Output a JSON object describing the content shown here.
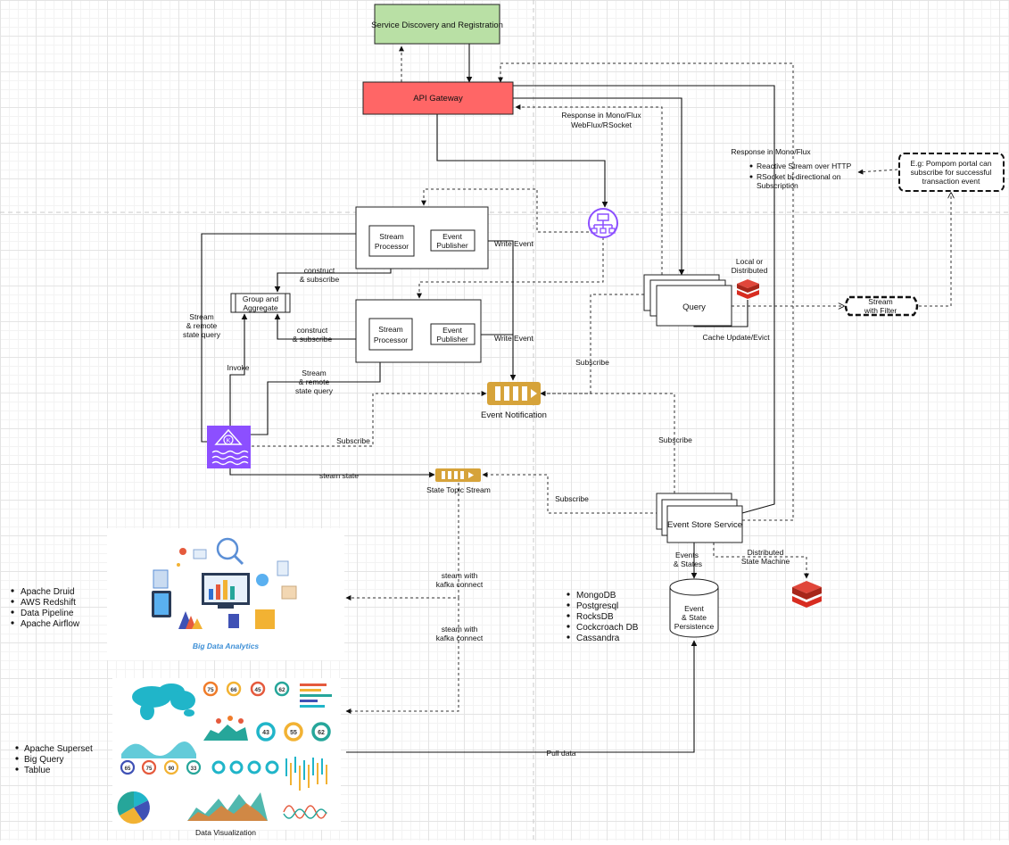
{
  "nodes": {
    "service_discovery": "Service Discovery and Registration",
    "api_gateway": "API Gateway",
    "stream_processor": "Stream Processor",
    "event_publisher": "Event Publisher",
    "group_aggregate": "Group and Aggregate",
    "query": "Query",
    "event_notification": "Event Notification",
    "state_topic_stream": "State Topic Stream",
    "event_store_service": "Event Store Service",
    "event_state_persistence": "Event & State Persistence",
    "stream_with_filter": "Stream with Filter",
    "pompom_note": "E.g: Pompom portal can subscribe for successful transaction event",
    "local_distributed": "Local or Distributed",
    "distributed_state_machine": "Distributed State Machine",
    "data_visualization": "Data Visualization",
    "big_data_analytics": "Big Data Analytics"
  },
  "edges": {
    "response_mono_flux_1": "Response in Mono/Flux",
    "webflux_rsocket": "WebFlux/RSocket",
    "response_mono_flux_2": "Response in Mono/Flux",
    "write_event": "Write Event",
    "construct_subscribe": "construct & subscribe",
    "stream_remote_state_query": "Stream & remote state query",
    "invoke": "Invoke",
    "subscribe": "Subscribe",
    "steam_state": "steam state",
    "cache_update": "Cache Update/Evict",
    "events_states": "Events & States",
    "steam_kafka_connect": "steam with kafka connect",
    "pull_data": "Pull data"
  },
  "lists": {
    "reactive_options": [
      "Reactive Stream over HTTP",
      "RSocket bi-directional on Subscription"
    ],
    "big_data_tools": [
      "Apache Druid",
      "AWS Redshift",
      "Data Pipeline",
      "Apache Airflow"
    ],
    "databases": [
      "MongoDB",
      "Postgresql",
      "RocksDB",
      "Cockcroach DB",
      "Cassandra"
    ],
    "viz_tools": [
      "Apache Superset",
      "Big Query",
      "Tablue"
    ]
  },
  "infographic": {
    "gauges": [
      "75",
      "66",
      "45",
      "62"
    ],
    "donuts": [
      "43",
      "55",
      "62"
    ],
    "circles": [
      "65",
      "75",
      "90",
      "33"
    ]
  },
  "colors": {
    "service_discovery": "#b9e0a5",
    "api_gateway": "#ff6666",
    "kafka_streams": "#8c4fff",
    "queue": "#d6a33a",
    "redis": "#d82c20",
    "load_balancer": "#8c4fff"
  }
}
